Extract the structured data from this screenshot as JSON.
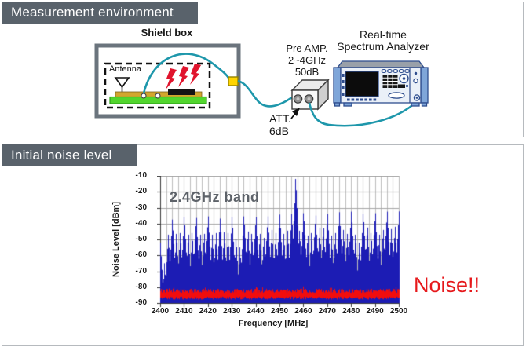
{
  "theme": {
    "header_bg": "#59626b",
    "header_text": "#ffffff",
    "panel_border": "#b6babe",
    "cable_color": "#1e97ab",
    "shield_border": "#6b747d",
    "pcb_green": "#52d52e",
    "pcb_gold": "#d2a62e",
    "bolt_red": "#e0142d",
    "connector_yellow": "#ffd400",
    "analyzer_blue": "#2e4d8e"
  },
  "headers": {
    "top": "Measurement environment",
    "bottom": "Initial noise level"
  },
  "diagram": {
    "shield_box": "Shield box",
    "antenna": "Antenna",
    "preamp": [
      "Pre AMP.",
      "2~4GHz",
      "50dB"
    ],
    "att": [
      "ATT.",
      "6dB"
    ],
    "analyzer": [
      "Real-time",
      "Spectrum Analyzer"
    ]
  },
  "chart_data": {
    "type": "line",
    "subtype": "noise-spectrum",
    "xlabel": "Frequency [MHz]",
    "ylabel": "Noise Level [dBm]",
    "xlim": [
      2400,
      2500
    ],
    "ylim": [
      -90,
      -10
    ],
    "x_ticks": [
      2400,
      2410,
      2420,
      2430,
      2440,
      2450,
      2460,
      2470,
      2480,
      2490,
      2500
    ],
    "y_ticks": [
      -10,
      -20,
      -30,
      -40,
      -50,
      -60,
      -70,
      -80,
      -90
    ],
    "x_minor_grid_step_mhz": 2.5,
    "grid": true,
    "annotation": "2.4GHz band",
    "callout": {
      "text": "Noise!!",
      "color": "#e6191c"
    },
    "colors": {
      "spectrum": "#1c1cb4",
      "average": "#f20d0d",
      "grid_minor": "#bdbdbd",
      "grid_major": "#a6a6a6",
      "axis": "#3a3a3a"
    },
    "series": [
      {
        "name": "measured noise spectrum",
        "color": "#1c1cb4",
        "noise_floor_dbm": {
          "min": -88,
          "max": -70
        },
        "peaks_mhz_dbm": [
          [
            2400,
            -52
          ],
          [
            2401.7,
            -65
          ],
          [
            2403.3,
            -47
          ],
          [
            2405,
            -37.5
          ],
          [
            2406.7,
            -46.5
          ],
          [
            2408.3,
            -46
          ],
          [
            2410,
            -36
          ],
          [
            2411.7,
            -47
          ],
          [
            2413.3,
            -46
          ],
          [
            2415,
            -36.5
          ],
          [
            2416.7,
            -47
          ],
          [
            2418.3,
            -46.5
          ],
          [
            2420,
            -35.5
          ],
          [
            2421.7,
            -47
          ],
          [
            2423.3,
            -46
          ],
          [
            2425,
            -37
          ],
          [
            2426.7,
            -45.5
          ],
          [
            2428.3,
            -46
          ],
          [
            2430,
            -36
          ],
          [
            2431.7,
            -49.5
          ],
          [
            2433.3,
            -55
          ],
          [
            2435,
            -35.5
          ],
          [
            2436.7,
            -45
          ],
          [
            2438.3,
            -46.5
          ],
          [
            2440,
            -36
          ],
          [
            2441.7,
            -46.5
          ],
          [
            2443.3,
            -49
          ],
          [
            2445,
            -35.5
          ],
          [
            2446.7,
            -44
          ],
          [
            2448.3,
            -46
          ],
          [
            2450,
            -34.5
          ],
          [
            2451.7,
            -46.5
          ],
          [
            2453.3,
            -44.5
          ],
          [
            2455,
            -34
          ],
          [
            2456.7,
            -12
          ],
          [
            2458.3,
            -44.5
          ],
          [
            2460,
            -33.5
          ],
          [
            2461.7,
            -47.5
          ],
          [
            2463.3,
            -46
          ],
          [
            2465,
            -35
          ],
          [
            2466.7,
            -42.5
          ],
          [
            2468.3,
            -43
          ],
          [
            2470,
            -34
          ],
          [
            2471.7,
            -47.5
          ],
          [
            2473.3,
            -46
          ],
          [
            2475,
            -33
          ],
          [
            2476.7,
            -44
          ],
          [
            2478.3,
            -46.5
          ],
          [
            2480,
            -32.5
          ],
          [
            2481.7,
            -47
          ],
          [
            2483.3,
            -52
          ],
          [
            2485,
            -34
          ],
          [
            2486.7,
            -42.5
          ],
          [
            2488.3,
            -46
          ],
          [
            2490,
            -33.5
          ],
          [
            2491.7,
            -47
          ],
          [
            2493.3,
            -44
          ],
          [
            2495,
            -32.5
          ],
          [
            2496.7,
            -43.5
          ],
          [
            2498.3,
            -42
          ],
          [
            2500,
            -32.5
          ]
        ]
      },
      {
        "name": "average noise level",
        "color": "#f20d0d",
        "band_dbm": {
          "top": -81,
          "mean": -84,
          "bottom": -87
        }
      }
    ]
  }
}
